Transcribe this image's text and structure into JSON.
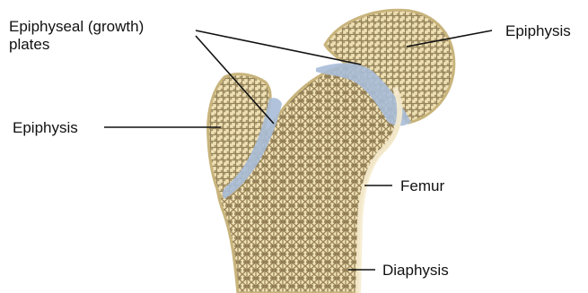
{
  "labels": {
    "plates": [
      "Epiphyseal (growth)",
      "plates"
    ],
    "epiphysis_right": "Epiphysis",
    "epiphysis_left": "Epiphysis",
    "femur": "Femur",
    "diaphysis": "Diaphysis"
  },
  "colors": {
    "bone_fill": "#efe0b4",
    "bone_outline": "#c8b47c",
    "trabecular": "#6e5a32",
    "growth_plate": "#a9bcd8",
    "leader_line": "#111111"
  }
}
